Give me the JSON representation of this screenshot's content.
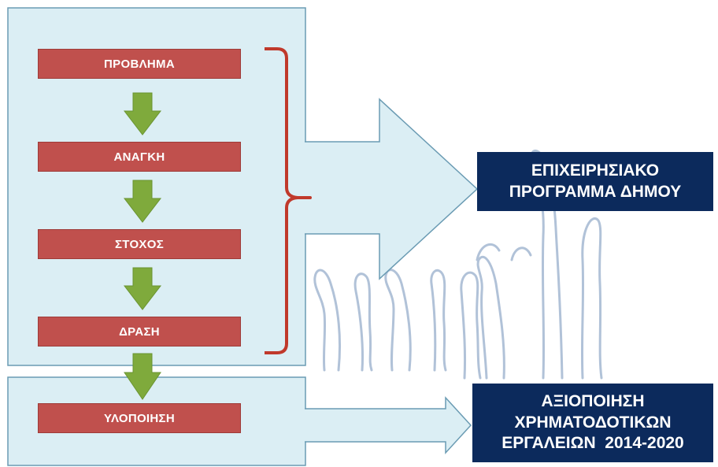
{
  "steps": {
    "problem": "ΠΡΟΒΛΗΜΑ",
    "need": "ΑΝΑΓΚΗ",
    "goal": "ΣΤΟΧΟΣ",
    "action": "ΔΡΑΣΗ",
    "implementation": "ΥΛΟΠΟΙΗΣΗ"
  },
  "outcomes": {
    "operational_program": {
      "line1": "ΕΠΙΧΕΙΡΗΣΙΑΚΟ",
      "line2": "ΠΡΟΓΡΑΜΜΑ ΔΗΜΟΥ"
    },
    "funding_tools": {
      "line1": "ΑΞΙΟΠΟΙΗΣΗ",
      "line2": "ΧΡΗΜΑΤΟΔΟΤΙΚΩΝ",
      "line3": "ΕΡΓΑΛΕΙΩΝ  2014-2020"
    }
  },
  "colors": {
    "panel_fill": "#dbeef4",
    "panel_border": "#6a9bb3",
    "step_red": "#c0504d",
    "down_arrow_green": "#7faa3c",
    "brace_red": "#c0392b",
    "outcome_navy": "#0c2a5c",
    "hands_watermark": "#a9bcd4"
  }
}
